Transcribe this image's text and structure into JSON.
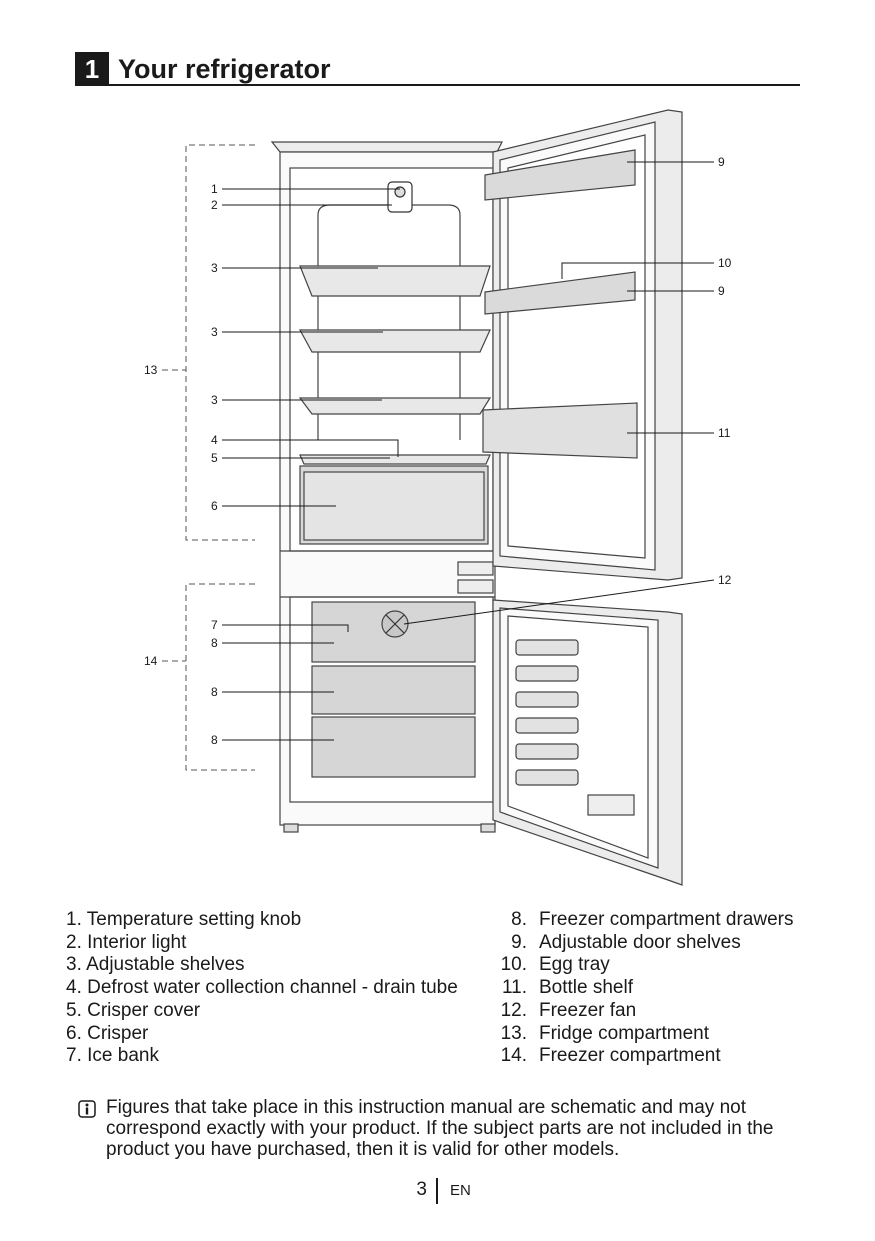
{
  "section": {
    "number": "1",
    "title": "Your refrigerator"
  },
  "callouts": [
    "1",
    "2",
    "3",
    "3",
    "3",
    "4",
    "5",
    "6",
    "7",
    "8",
    "8",
    "8",
    "9",
    "10",
    "9",
    "11",
    "12",
    "13",
    "14"
  ],
  "legend_left": [
    "1. Temperature setting knob",
    "2. Interior light",
    "3. Adjustable shelves",
    "4. Defrost water collection channel - drain tube",
    "5. Crisper cover",
    "6. Crisper",
    "7. Ice bank"
  ],
  "legend_right": [
    {
      "num": "8.",
      "label": "Freezer compartment drawers"
    },
    {
      "num": "9.",
      "label": "Adjustable door shelves"
    },
    {
      "num": "10.",
      "label": "Egg tray"
    },
    {
      "num": "11.",
      "label": "Bottle shelf"
    },
    {
      "num": "12.",
      "label": "Freezer fan"
    },
    {
      "num": "13.",
      "label": "Fridge compartment"
    },
    {
      "num": "14.",
      "label": "Freezer compartment"
    }
  ],
  "note": {
    "icon": "info-icon",
    "text": "Figures that take place in this instruction manual are schematic and may not correspond exactly with your product. If the subject parts are not included in the product you have purchased, then it is valid for other models."
  },
  "footer": {
    "page": "3",
    "lang": "EN"
  }
}
